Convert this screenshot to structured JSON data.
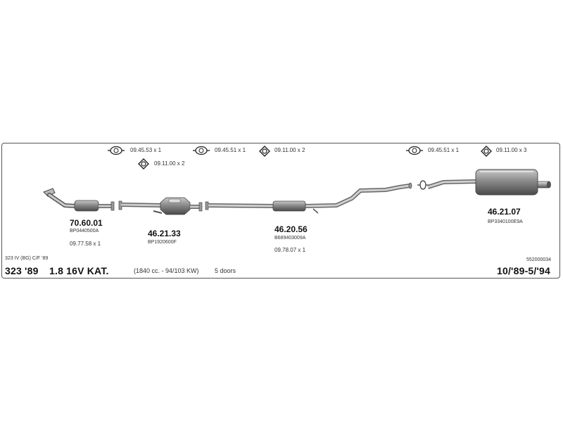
{
  "accessories": [
    {
      "code": "09.45.53 x 1",
      "icon": "gasket-oval-icon"
    },
    {
      "code": "09.11.00 x 2",
      "icon": "clamp-icon"
    },
    {
      "code": "09.45.51 x 1",
      "icon": "gasket-oval-icon"
    },
    {
      "code": "09.11.00 x 2",
      "icon": "clamp-icon"
    },
    {
      "code": "09.45.51 x 1",
      "icon": "gasket-oval-icon"
    },
    {
      "code": "09.11.00 x 3",
      "icon": "clamp-icon"
    }
  ],
  "parts": [
    {
      "number": "70.60.01",
      "oe": "BP0440500A",
      "extra": "09.77.58 x 1"
    },
    {
      "number": "46.21.33",
      "oe": "BP1920600F",
      "extra": ""
    },
    {
      "number": "46.20.56",
      "oe": "B689403009A",
      "extra": "09.78.07 x 1"
    },
    {
      "number": "46.21.07",
      "oe": "BP3340100E9A",
      "extra": ""
    }
  ],
  "vehicle": {
    "model_sub": "323 IV (BG) C/F '89",
    "model": "323 '89",
    "engine": "1.8 16V KAT.",
    "specs": "(1840 cc. - 94/103 KW)",
    "doors": "5 doors",
    "catalog_no": "552000034",
    "years": "10/'89-5/'94"
  }
}
